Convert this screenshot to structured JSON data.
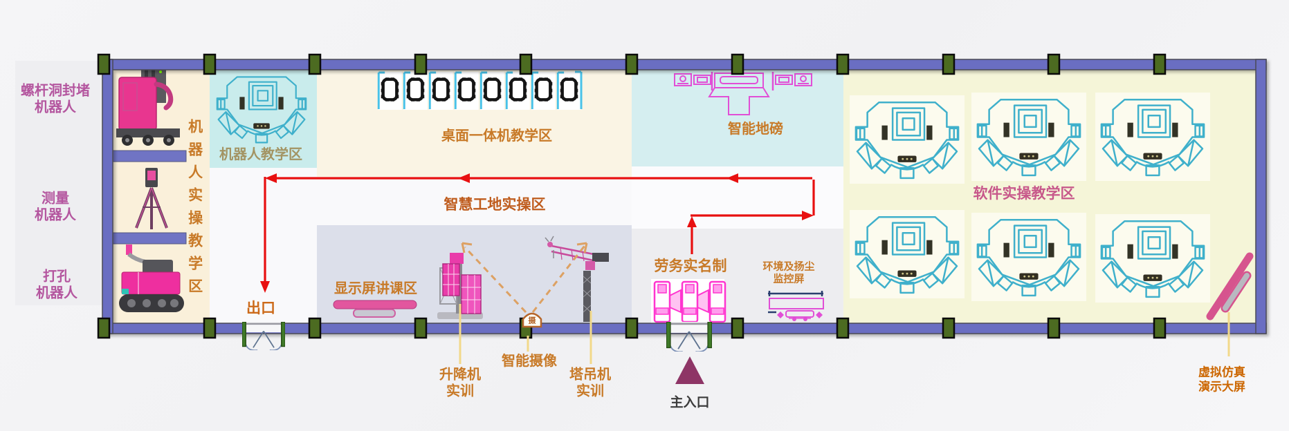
{
  "palette": {
    "wall": "#6a6ec2",
    "column_green": "#4c6b21",
    "flow_arrow_red": "#e81010",
    "camera_fov_dash": "#dda163",
    "leader_yellow": "#f2d98a",
    "cad_cyan": "#3fb0cb",
    "cad_magenta": "#e14fd6",
    "accent_pink": "#e2569e",
    "entrance_triangle": "#8e3566"
  },
  "left_panel": {
    "screw_hole_robot": {
      "line1": "螺杆洞封堵",
      "line2": "机器人"
    },
    "survey_robot": {
      "line1": "测量",
      "line2": "机器人"
    },
    "drilling_robot": {
      "line1": "打孔",
      "line2": "机器人"
    }
  },
  "zones": {
    "robot_practice": {
      "label": "机器人实操教学区"
    },
    "robot_teaching": {
      "label": "机器人教学区"
    },
    "desktop_aio_teaching": {
      "label": "桌面一体机教学区"
    },
    "smart_weighbridge": {
      "label": "智能地磅"
    },
    "software_practice": {
      "label": "软件实操教学区"
    },
    "smart_site_practice": {
      "label": "智慧工地实操区"
    },
    "display_lecture": {
      "label": "显示屏讲课区"
    }
  },
  "callouts": {
    "exit": "出口",
    "main_entrance": "主入口",
    "labor_realname": "劳务实名制",
    "env_dust_monitor": {
      "line1": "环境及扬尘",
      "line2": "监控屏"
    },
    "lift_training": {
      "line1": "升降机",
      "line2": "实训"
    },
    "smart_camera": "智能摄像",
    "tower_crane_training": {
      "line1": "塔吊机",
      "line2": "实训"
    },
    "virtual_sim_screen": {
      "line1": "虚拟仿真",
      "line2": "演示大屏"
    },
    "camera_glyph": "摄"
  }
}
